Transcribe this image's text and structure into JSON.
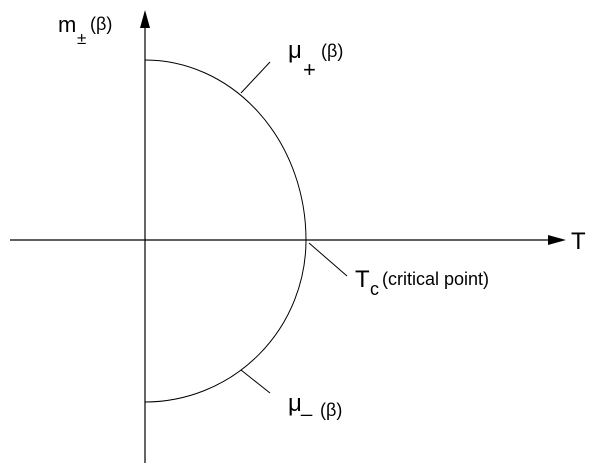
{
  "diagram": {
    "y_axis_label": {
      "main": "m",
      "sub": "±",
      "arg": "(β)"
    },
    "x_axis_label": "T",
    "upper_branch": {
      "symbol": "μ",
      "sub": "+",
      "arg": "(β)"
    },
    "lower_branch": {
      "symbol": "μ",
      "sub": "_",
      "arg": "(β)"
    },
    "critical_point": {
      "main": "T",
      "sub": "c",
      "note": "(critical point)"
    },
    "colors": {
      "ink": "#000000",
      "background": "#ffffff"
    }
  }
}
